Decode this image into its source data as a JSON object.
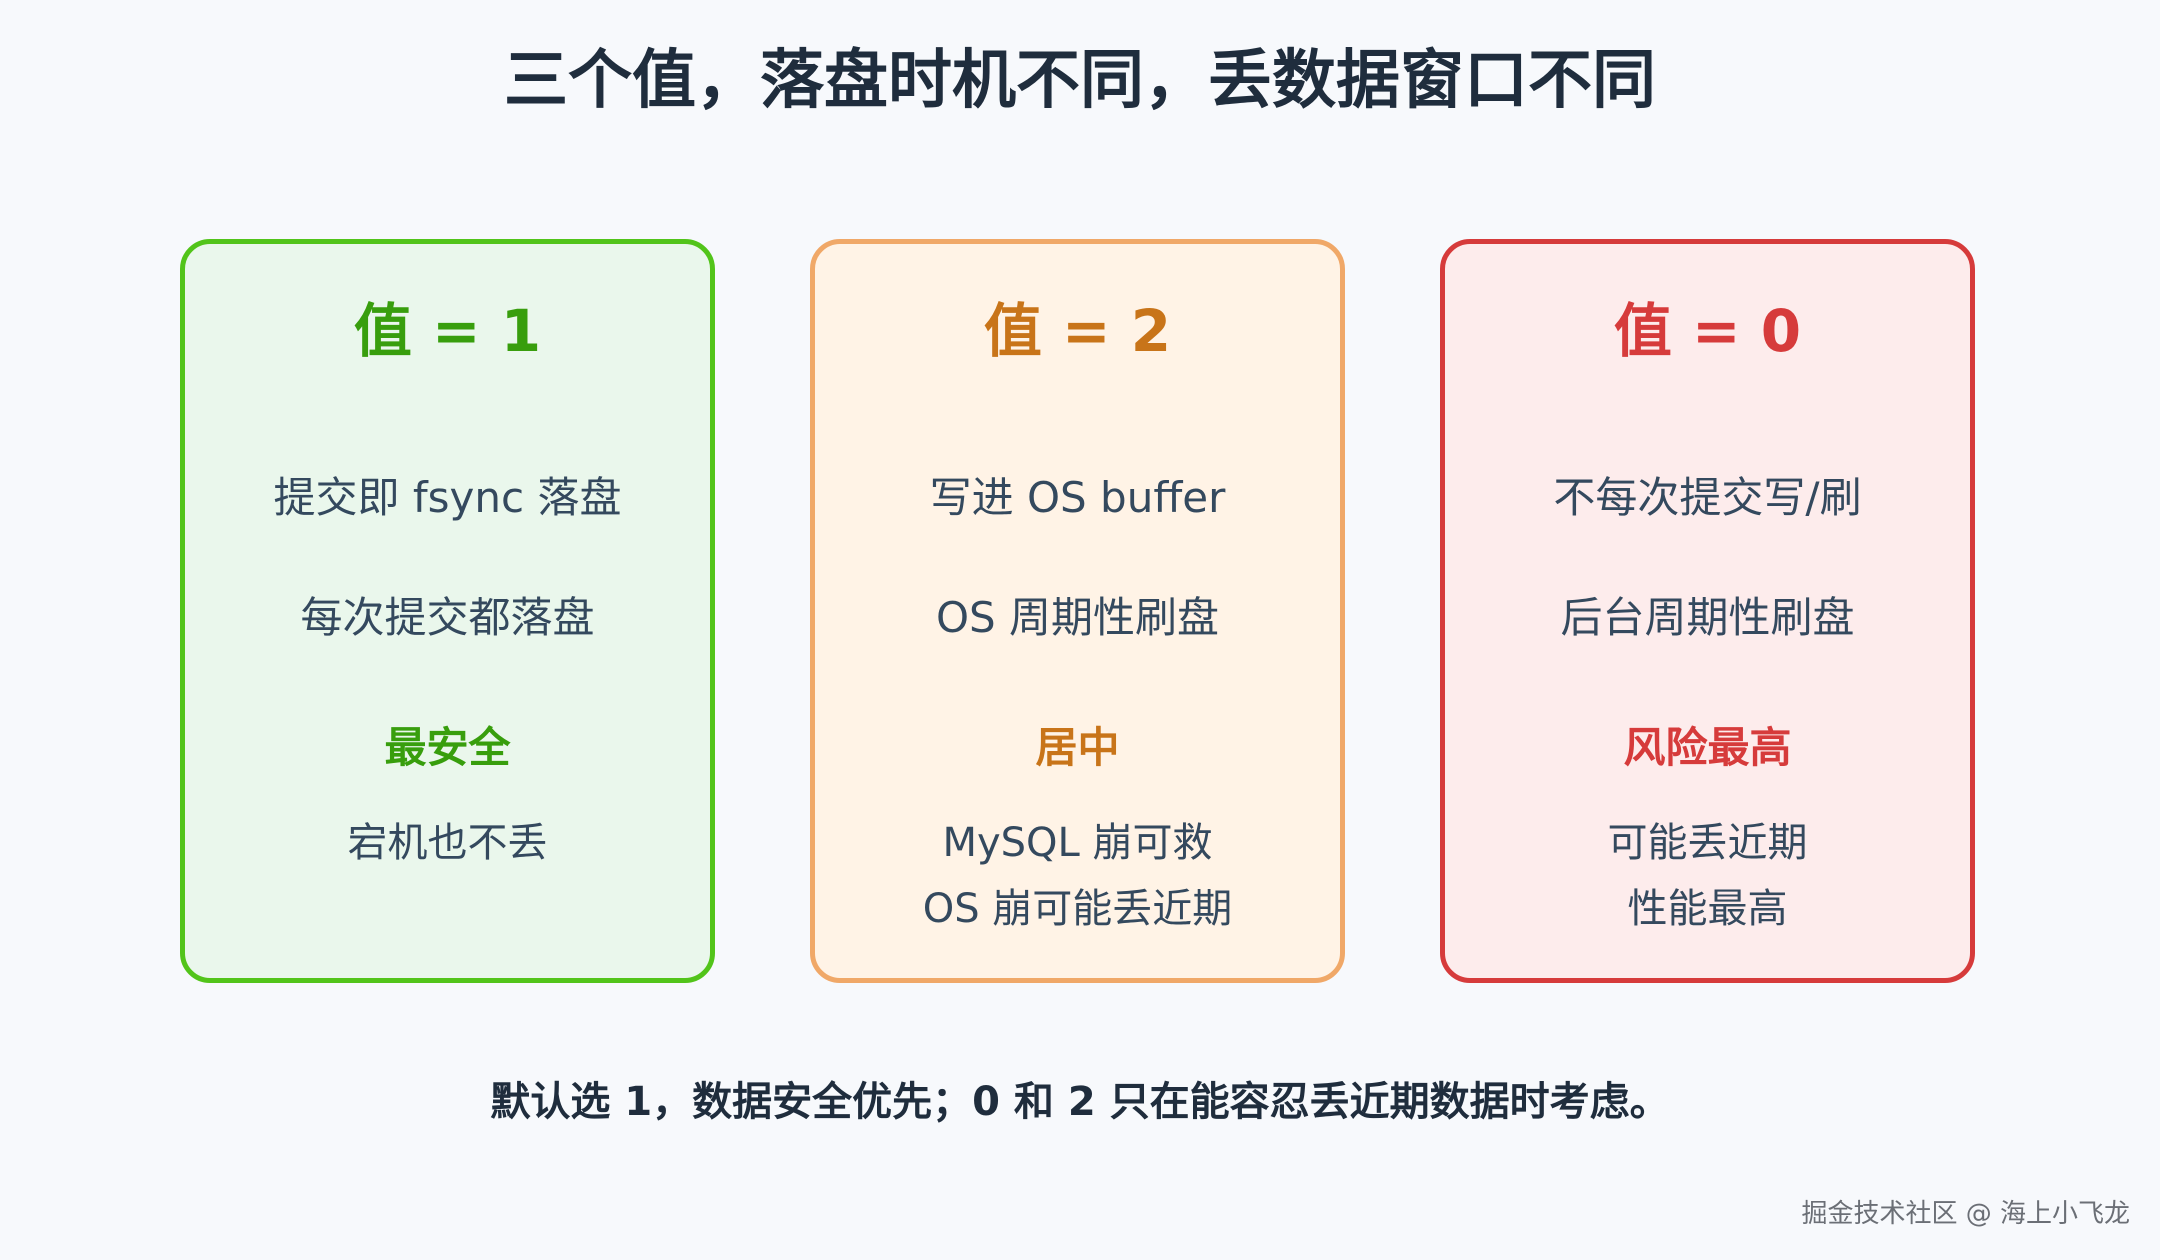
{
  "title": "三个值，落盘时机不同，丢数据窗口不同",
  "colors": {
    "background": "#f7f9fc",
    "green_border": "#52c41a",
    "green_fill": "#eaf7ec",
    "green_text": "#389e0d",
    "orange_border": "#f0a868",
    "orange_fill": "#fff3e6",
    "orange_text": "#c87419",
    "red_border": "#d63b3b",
    "red_fill": "#fdecec",
    "red_text": "#d63b3b"
  },
  "cards": [
    {
      "heading": "值 = 1",
      "line1": "提交即 fsync 落盘",
      "line2": "每次提交都落盘",
      "emphasis": "最安全",
      "notes": [
        "宕机也不丢"
      ]
    },
    {
      "heading": "值 = 2",
      "line1": "写进 OS buffer",
      "line2": "OS 周期性刷盘",
      "emphasis": "居中",
      "notes": [
        "MySQL 崩可救",
        "OS 崩可能丢近期"
      ]
    },
    {
      "heading": "值 = 0",
      "line1": "不每次提交写/刷",
      "line2": "后台周期性刷盘",
      "emphasis": "风险最高",
      "notes": [
        "可能丢近期",
        "性能最高"
      ]
    }
  ],
  "footer": "默认选 1，数据安全优先；0 和 2 只在能容忍丢近期数据时考虑。",
  "watermark": "掘金技术社区 @ 海上小飞龙"
}
